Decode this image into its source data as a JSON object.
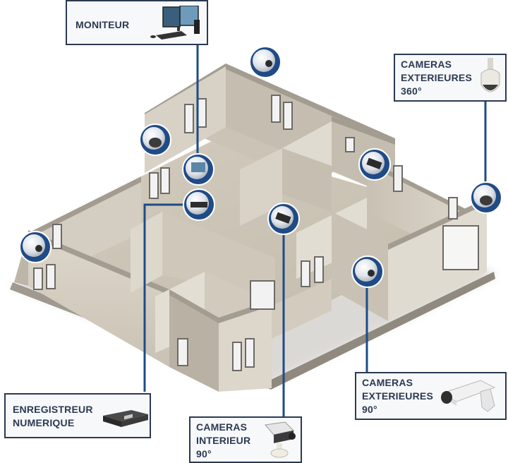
{
  "diagram": {
    "subject": "Home video surveillance installation",
    "colors": {
      "accent_navy": "#1f4b86",
      "label_text": "#2b3a52",
      "wall_light": "#d9d3c6",
      "wall_dark": "#b7afa1",
      "floor": "#cdc6b8",
      "wall_top": "#a39c91"
    }
  },
  "callouts": {
    "monitor": {
      "lines": [
        "MONITEUR"
      ],
      "icon": "monitor-workstation-icon"
    },
    "outdoor_360": {
      "lines": [
        "CAMERAS",
        "EXTERIEURES",
        "360°"
      ],
      "icon": "dome-camera-icon"
    },
    "recorder": {
      "lines": [
        "ENREGISTREUR",
        "NUMERIQUE"
      ],
      "icon": "dvr-recorder-icon"
    },
    "indoor_90": {
      "lines": [
        "CAMERAS",
        "INTERIEUR",
        "90°"
      ],
      "icon": "box-camera-icon"
    },
    "outdoor_90": {
      "lines": [
        "CAMERAS",
        "EXTERIEURES",
        "90°"
      ],
      "icon": "bullet-camera-icon"
    }
  },
  "badges": [
    {
      "id": "monitor",
      "icon": "monitor-icon"
    },
    {
      "id": "recorder",
      "icon": "dvr-icon"
    },
    {
      "id": "dome-upper-left",
      "icon": "dome-camera-icon"
    },
    {
      "id": "bullet-top",
      "icon": "bullet-camera-icon"
    },
    {
      "id": "bullet-left",
      "icon": "bullet-camera-icon"
    },
    {
      "id": "box-center",
      "icon": "box-camera-icon"
    },
    {
      "id": "box-right",
      "icon": "box-camera-icon"
    },
    {
      "id": "dome-right",
      "icon": "dome-camera-icon"
    },
    {
      "id": "bullet-front",
      "icon": "bullet-camera-icon"
    }
  ]
}
